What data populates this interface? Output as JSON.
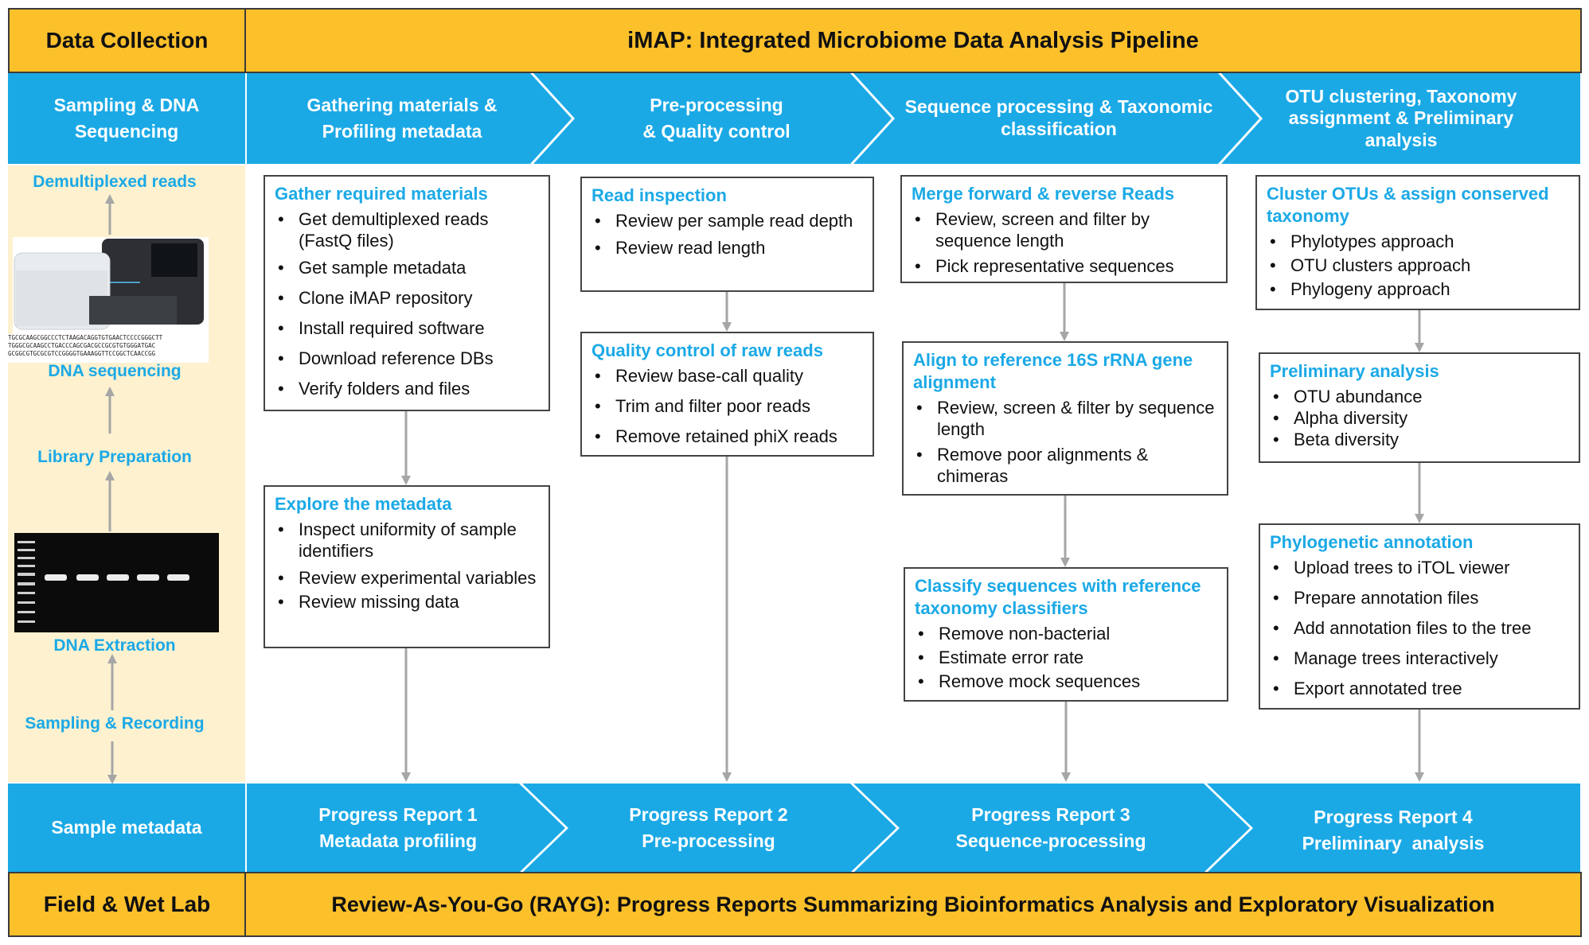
{
  "top_left": "Data Collection",
  "title": "iMAP: Integrated Microbiome Data Analysis Pipeline",
  "stages": [
    {
      "line1": "Gathering materials &",
      "line2": "Profiling metadata"
    },
    {
      "line1": "Pre-processing",
      "line2": "& Quality control"
    },
    {
      "line1": "Sequence processing & Taxonomic",
      "line2": "classification"
    },
    {
      "line1": "OTU clustering, Taxonomy",
      "line2": "assignment & Preliminary",
      "line3": "analysis"
    }
  ],
  "left_stage": {
    "line1": "Sampling & DNA",
    "line2": "Sequencing"
  },
  "left_steps": {
    "demux": "Demultiplexed reads",
    "dna_seq": "DNA sequencing",
    "library": "Library Preparation",
    "extraction": "DNA Extraction",
    "sampling": "Sampling & Recording"
  },
  "sequence_text": [
    "TGCGCAAGCGGCCCTCTAAGACAGGTGTGAACTCCCCGGGCTT",
    "TGGGCGCAAGCCTGACCCAGCGACGCCGCGTGTGGGATGAC",
    "GCGGCGTGCGCGTCCGGGGTGAAAGGTTCCGGCTCAACCGG"
  ],
  "boxes": [
    {
      "title": "Gather required materials",
      "items": [
        "Get demultiplexed reads (FastQ files)",
        "Get sample metadata",
        "Clone iMAP repository",
        "Install required software",
        "Download reference DBs",
        "Verify folders and files"
      ]
    },
    {
      "title": "Explore the metadata",
      "items": [
        "Inspect uniformity of sample identifiers",
        "Review experimental variables",
        "Review missing data"
      ]
    },
    {
      "title": "Read inspection",
      "items": [
        "Review per sample read depth",
        "Review read length"
      ]
    },
    {
      "title": "Quality control of raw reads",
      "items": [
        "Review base-call quality",
        "Trim and filter poor reads",
        "Remove retained phiX reads"
      ]
    },
    {
      "title": "Merge forward & reverse Reads",
      "items": [
        "Review, screen and filter by sequence length",
        "Pick representative sequences"
      ]
    },
    {
      "title": "Align to reference 16S rRNA gene alignment",
      "items": [
        "Review, screen & filter by sequence length",
        "Remove poor alignments & chimeras"
      ]
    },
    {
      "title": "Classify sequences with reference taxonomy classifiers",
      "items": [
        "Remove non-bacterial",
        "Estimate error rate",
        "Remove mock sequences"
      ]
    },
    {
      "title": "Cluster OTUs & assign conserved taxonomy",
      "items": [
        "Phylotypes approach",
        "OTU clusters approach",
        "Phylogeny approach"
      ]
    },
    {
      "title": "Preliminary analysis",
      "items": [
        "OTU abundance",
        "Alpha diversity",
        "Beta diversity"
      ]
    },
    {
      "title": "Phylogenetic annotation",
      "items": [
        "Upload trees to iTOL viewer",
        "Prepare annotation files",
        "Add annotation files to the tree",
        "Manage trees interactively",
        "Export annotated tree"
      ]
    }
  ],
  "bottom_left": "Sample metadata",
  "reports": [
    {
      "line1": "Progress Report 1",
      "line2": "Metadata profiling"
    },
    {
      "line1": "Progress Report 2",
      "line2": "Pre-processing"
    },
    {
      "line1": "Progress Report 3",
      "line2": "Sequence-processing"
    },
    {
      "line1": "Progress Report 4",
      "line2": "Preliminary  analysis"
    }
  ],
  "footer_left": "Field & Wet Lab",
  "footer": "Review-As-You-Go (RAYG): Progress Reports Summarizing Bioinformatics Analysis and Exploratory Visualization",
  "colors": {
    "yellow": "#fcc02b",
    "blue": "#1ba9e6",
    "panel": "#fdf1d0",
    "arrow": "#a6a6a6"
  }
}
